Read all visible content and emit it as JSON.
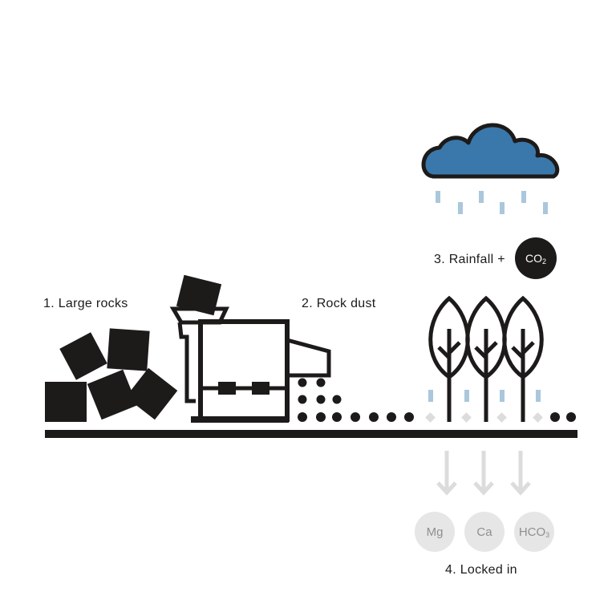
{
  "steps": {
    "step1": "1. Large rocks",
    "step2": "2. Rock dust",
    "step3": "3. Rainfall +",
    "step4": "4. Locked in"
  },
  "co2": {
    "base": "CO",
    "sub": "2"
  },
  "minerals": [
    {
      "base": "Mg",
      "sub": ""
    },
    {
      "base": "Ca",
      "sub": ""
    },
    {
      "base": "HCO",
      "sub": "3"
    }
  ],
  "colors": {
    "ink": "#1d1a1a",
    "cloud": "#3a78ab",
    "rain": "#aac7dc",
    "mineral_circle": "#e6e6e6",
    "mineral_text": "#8f8f8f",
    "arrow": "#dcdcdc"
  },
  "icons": [
    "large-rocks",
    "crusher-machine",
    "rock-dust-dots",
    "rain-cloud",
    "raindrops",
    "trees",
    "down-arrows"
  ]
}
